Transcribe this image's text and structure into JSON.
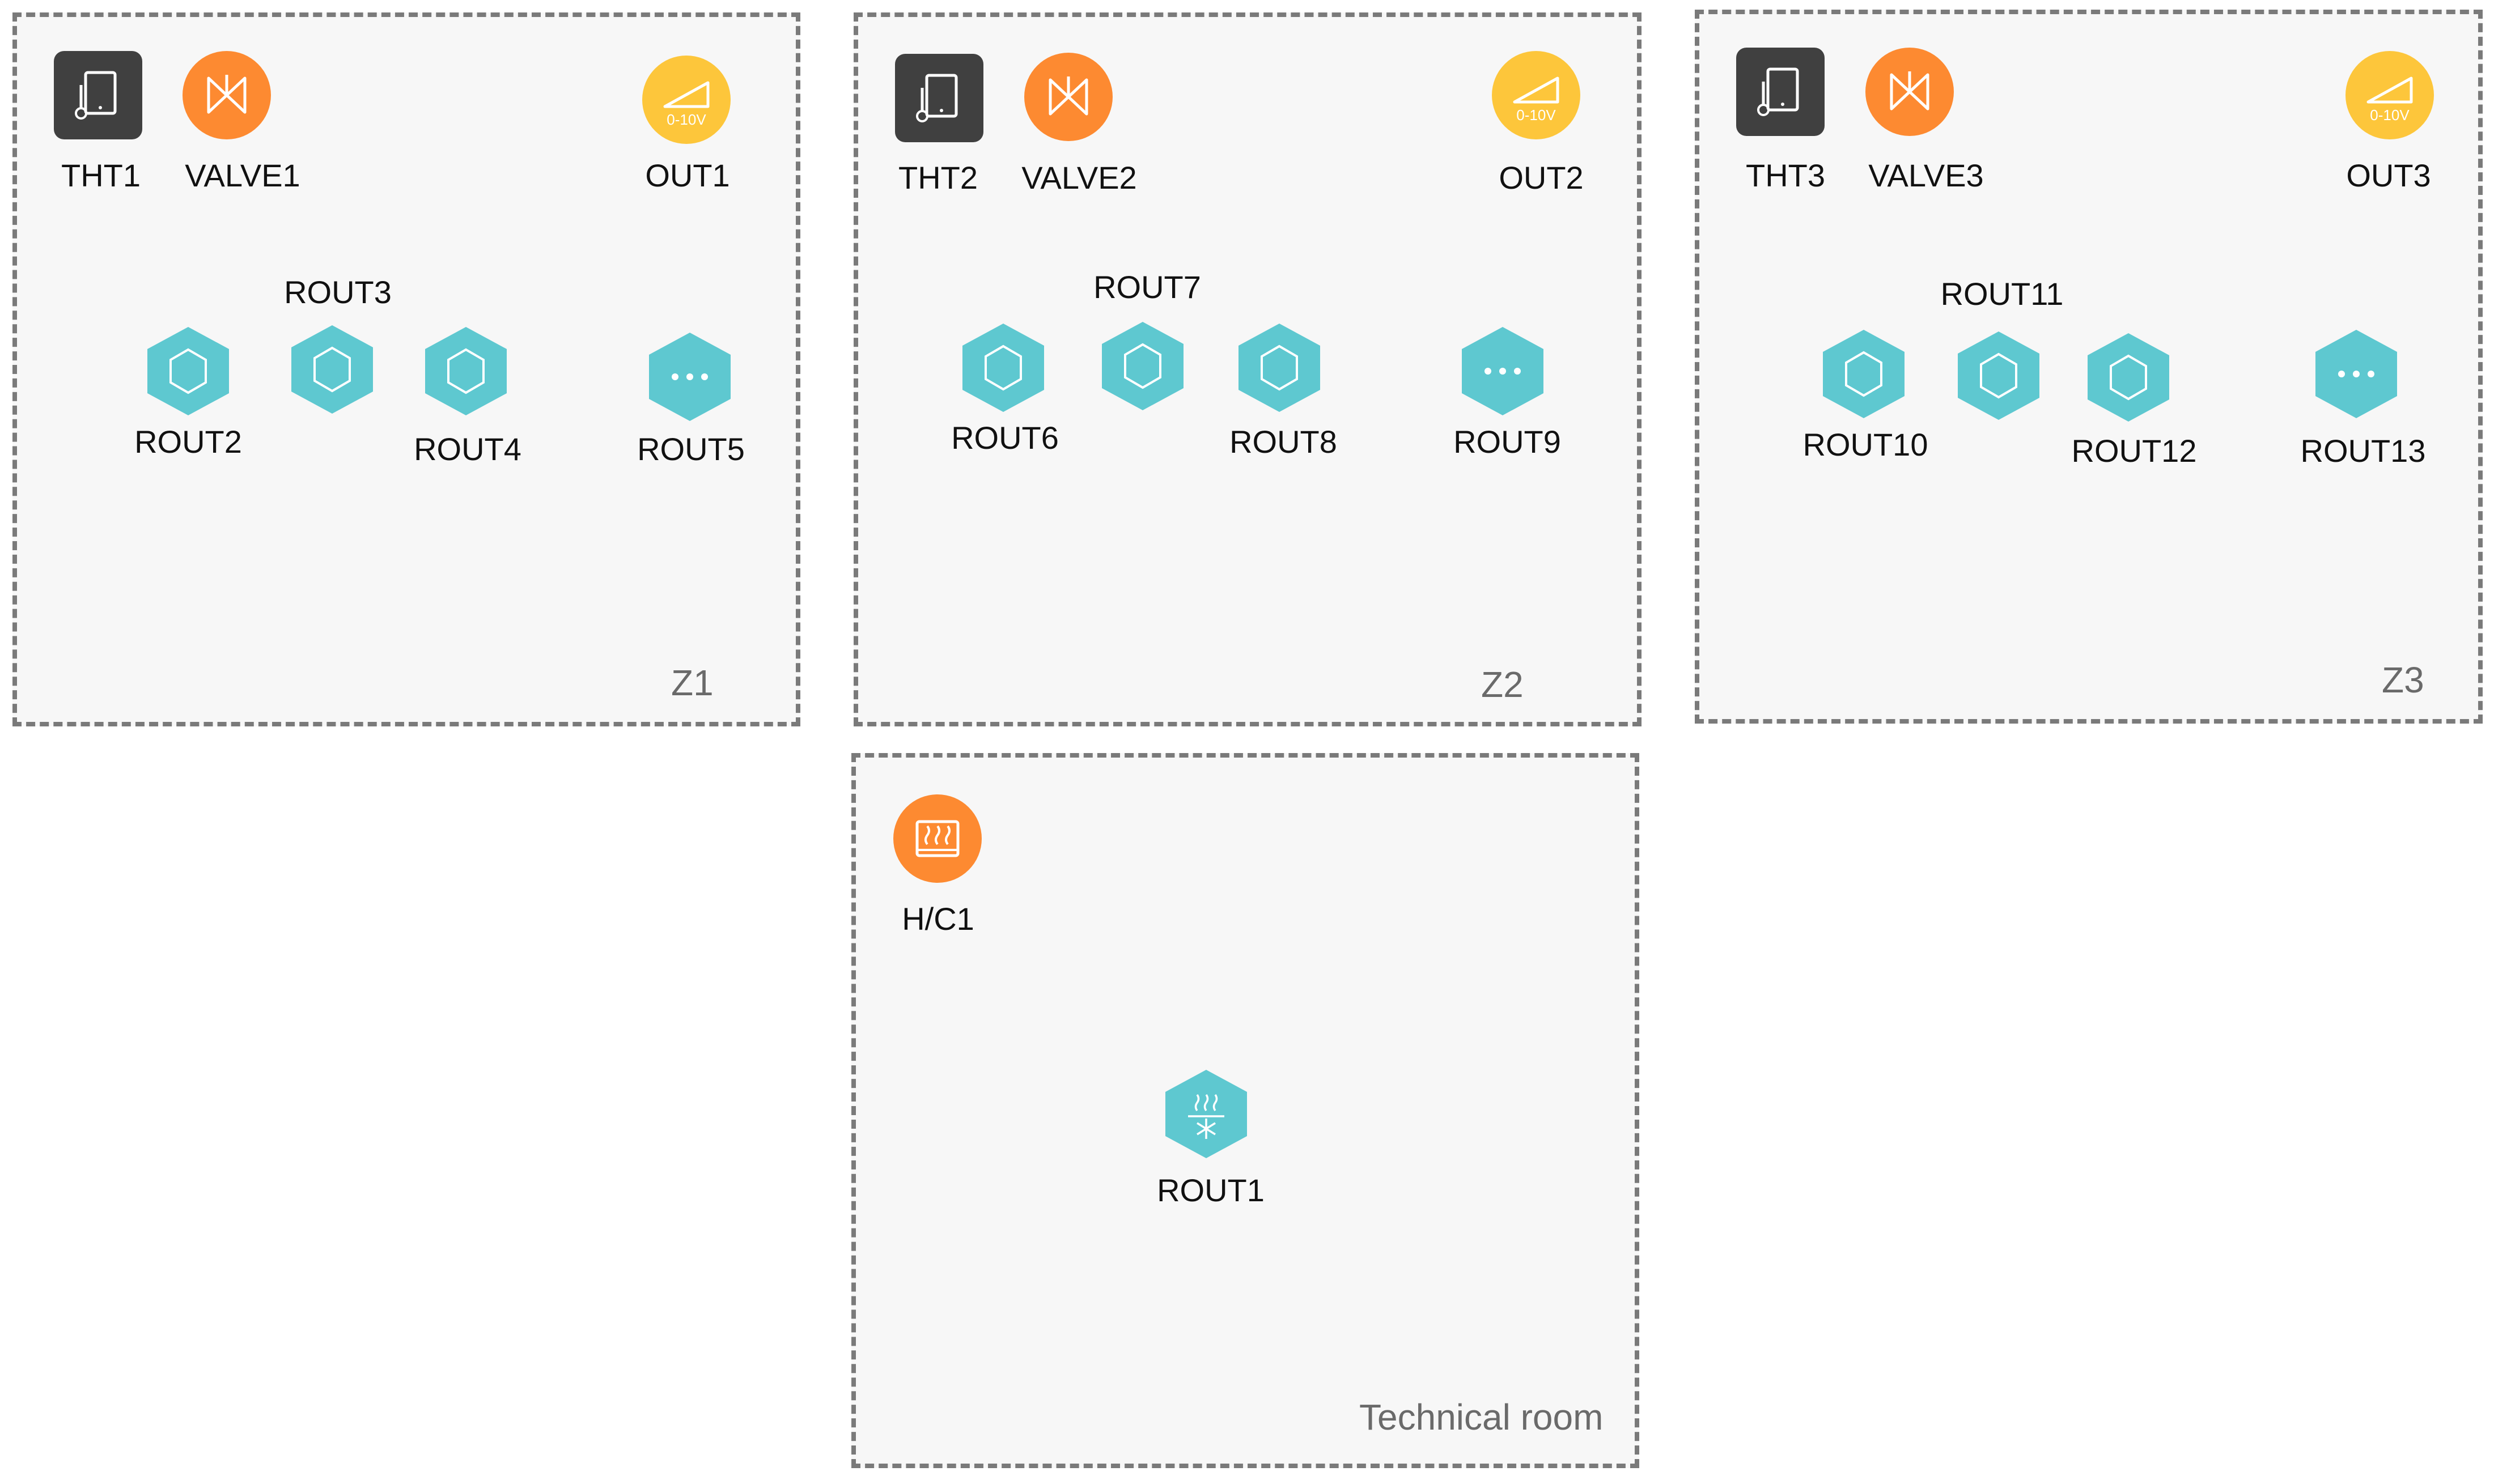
{
  "colors": {
    "zone_border": "#7a7a7a",
    "zone_background": "#f7f7f7",
    "thermostat": "#404040",
    "valve": "#fd8a31",
    "analog_output": "#fdc63b",
    "relay_output": "#5ec8d0",
    "heating_cooling": "#fd8a31"
  },
  "zones": {
    "z1": {
      "name": "Z1",
      "devices": {
        "tht": {
          "label": "THT1",
          "icon": "thermostat-icon"
        },
        "valve": {
          "label": "VALVE1",
          "icon": "valve-icon"
        },
        "out": {
          "label": "OUT1",
          "icon": "analog-0-10v-icon",
          "badge": "0-10V"
        },
        "rout_a": {
          "label": "ROUT2",
          "icon": "hexagon-outline-icon"
        },
        "rout_b": {
          "label": "ROUT3",
          "icon": "hexagon-outline-icon"
        },
        "rout_c": {
          "label": "ROUT4",
          "icon": "hexagon-outline-icon"
        },
        "rout_d": {
          "label": "ROUT5",
          "icon": "more-dots-icon"
        }
      }
    },
    "z2": {
      "name": "Z2",
      "devices": {
        "tht": {
          "label": "THT2",
          "icon": "thermostat-icon"
        },
        "valve": {
          "label": "VALVE2",
          "icon": "valve-icon"
        },
        "out": {
          "label": "OUT2",
          "icon": "analog-0-10v-icon",
          "badge": "0-10V"
        },
        "rout_a": {
          "label": "ROUT6",
          "icon": "hexagon-outline-icon"
        },
        "rout_b": {
          "label": "ROUT7",
          "icon": "hexagon-outline-icon"
        },
        "rout_c": {
          "label": "ROUT8",
          "icon": "hexagon-outline-icon"
        },
        "rout_d": {
          "label": "ROUT9",
          "icon": "more-dots-icon"
        }
      }
    },
    "z3": {
      "name": "Z3",
      "devices": {
        "tht": {
          "label": "THT3",
          "icon": "thermostat-icon"
        },
        "valve": {
          "label": "VALVE3",
          "icon": "valve-icon"
        },
        "out": {
          "label": "OUT3",
          "icon": "analog-0-10v-icon",
          "badge": "0-10V"
        },
        "rout_a": {
          "label": "ROUT10",
          "icon": "hexagon-outline-icon"
        },
        "rout_b": {
          "label": "ROUT11",
          "icon": "hexagon-outline-icon"
        },
        "rout_c": {
          "label": "ROUT12",
          "icon": "hexagon-outline-icon"
        },
        "rout_d": {
          "label": "ROUT13",
          "icon": "more-dots-icon"
        }
      }
    },
    "tech": {
      "name": "Technical room",
      "devices": {
        "hc": {
          "label": "H/C1",
          "icon": "heating-cooling-icon"
        },
        "rout": {
          "label": "ROUT1",
          "icon": "heat-snowflake-icon"
        }
      }
    }
  }
}
